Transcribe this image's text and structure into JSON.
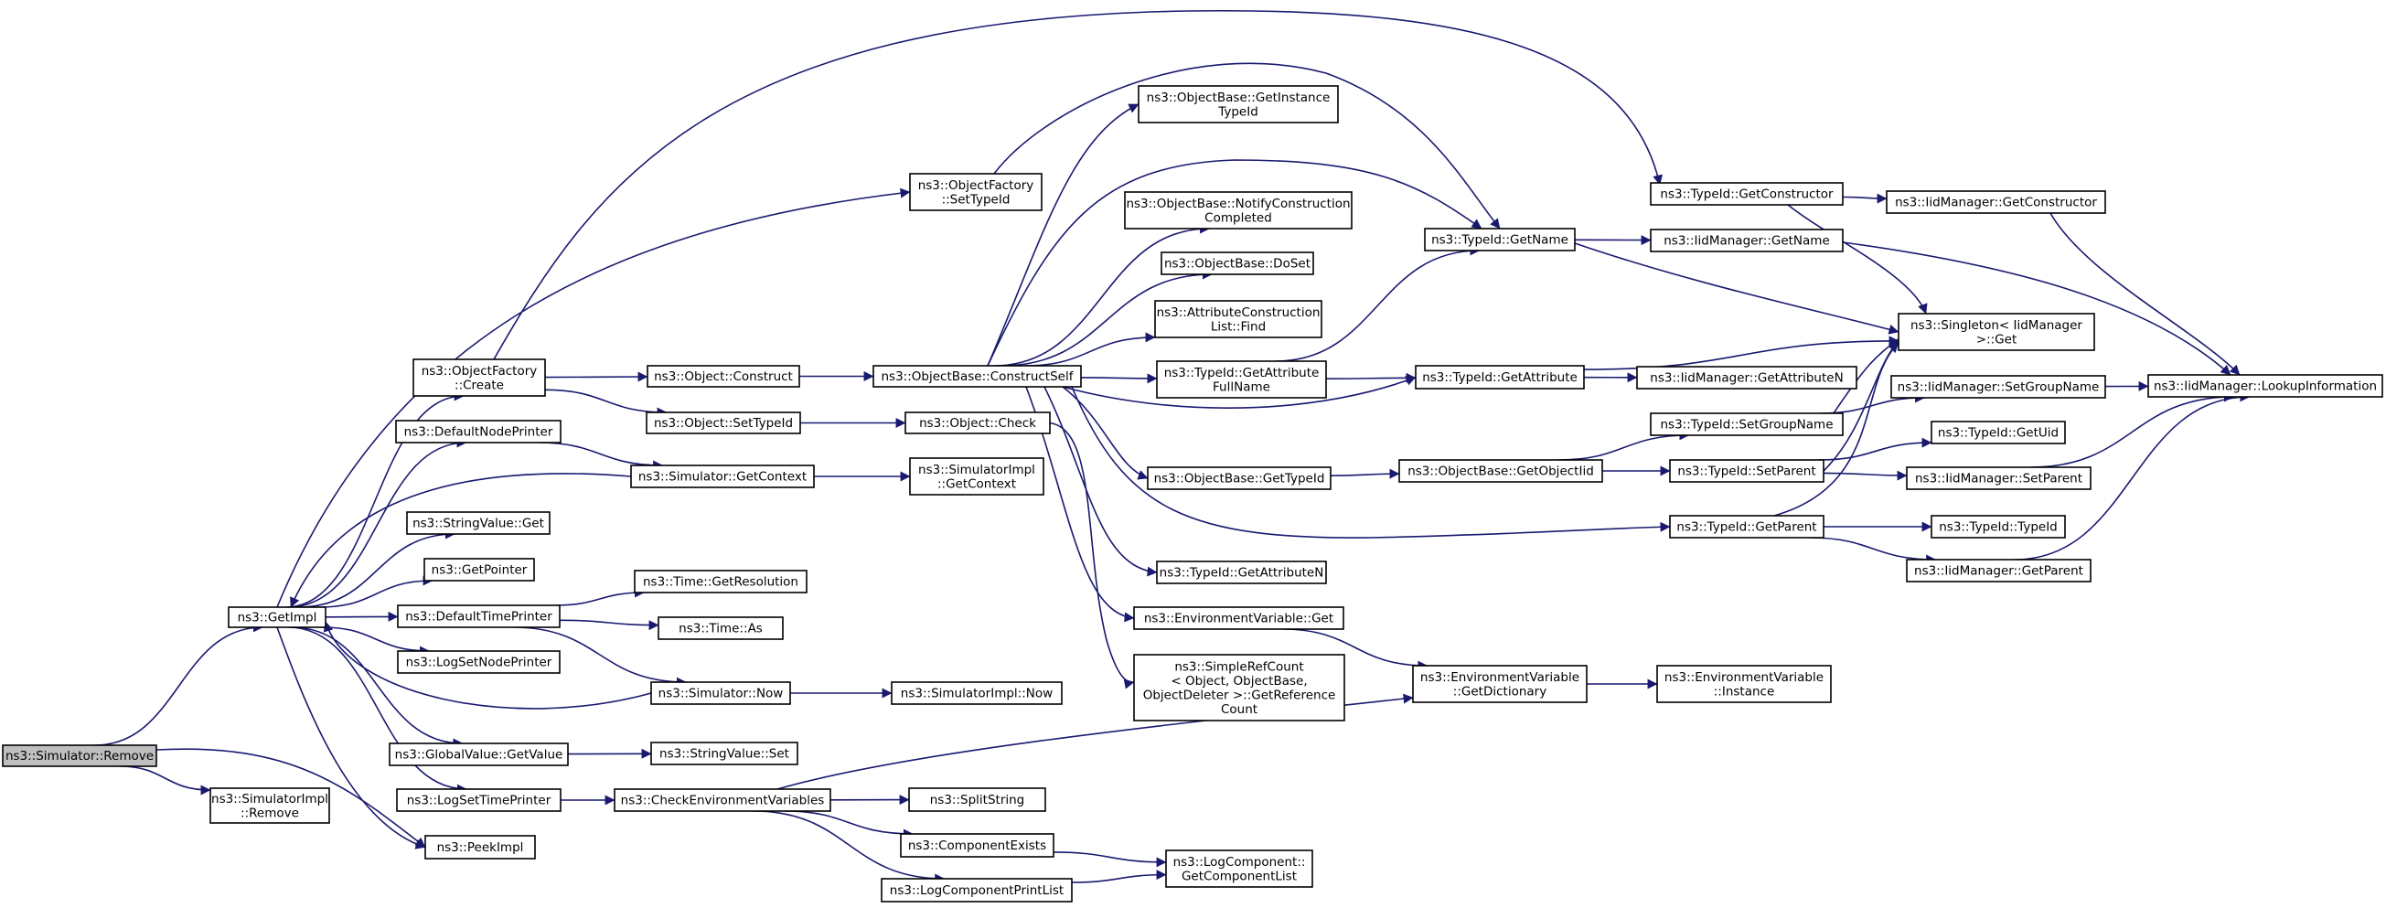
{
  "diagram": {
    "colors": {
      "edge": "#191970",
      "node_border": "#000000",
      "root_fill": "#bfbfbf",
      "background": "#ffffff"
    },
    "nodes": [
      {
        "id": "remove",
        "lines": [
          "ns3::Simulator::Remove"
        ],
        "root": true
      },
      {
        "id": "getimpl",
        "lines": [
          "ns3::GetImpl"
        ]
      },
      {
        "id": "implremove",
        "lines": [
          "ns3::SimulatorImpl",
          "::Remove"
        ]
      },
      {
        "id": "peekimpl",
        "lines": [
          "ns3::PeekImpl"
        ]
      },
      {
        "id": "ofcreate",
        "lines": [
          "ns3::ObjectFactory",
          "::Create"
        ]
      },
      {
        "id": "defnodeprinter",
        "lines": [
          "ns3::DefaultNodePrinter"
        ]
      },
      {
        "id": "strvalget",
        "lines": [
          "ns3::StringValue::Get"
        ]
      },
      {
        "id": "getpointer",
        "lines": [
          "ns3::GetPointer"
        ]
      },
      {
        "id": "deftimeprinter",
        "lines": [
          "ns3::DefaultTimePrinter"
        ]
      },
      {
        "id": "logsetnodeprinter",
        "lines": [
          "ns3::LogSetNodePrinter"
        ]
      },
      {
        "id": "gvgetvalue",
        "lines": [
          "ns3::GlobalValue::GetValue"
        ]
      },
      {
        "id": "logsettimeprinter",
        "lines": [
          "ns3::LogSetTimePrinter"
        ]
      },
      {
        "id": "ofsettypeid",
        "lines": [
          "ns3::ObjectFactory",
          "::SetTypeId"
        ]
      },
      {
        "id": "objconstruct",
        "lines": [
          "ns3::Object::Construct"
        ]
      },
      {
        "id": "objsettypeid",
        "lines": [
          "ns3::Object::SetTypeId"
        ]
      },
      {
        "id": "simgetcontext",
        "lines": [
          "ns3::Simulator::GetContext"
        ]
      },
      {
        "id": "timegetres",
        "lines": [
          "ns3::Time::GetResolution"
        ]
      },
      {
        "id": "timeas",
        "lines": [
          "ns3::Time::As"
        ]
      },
      {
        "id": "simnow",
        "lines": [
          "ns3::Simulator::Now"
        ]
      },
      {
        "id": "strvalset",
        "lines": [
          "ns3::StringValue::Set"
        ]
      },
      {
        "id": "checkenv",
        "lines": [
          "ns3::CheckEnvironmentVariables"
        ]
      },
      {
        "id": "obconstructself",
        "lines": [
          "ns3::ObjectBase::ConstructSelf"
        ]
      },
      {
        "id": "objcheck",
        "lines": [
          "ns3::Object::Check"
        ]
      },
      {
        "id": "implgetcontext",
        "lines": [
          "ns3::SimulatorImpl",
          "::GetContext"
        ]
      },
      {
        "id": "implnow",
        "lines": [
          "ns3::SimulatorImpl::Now"
        ]
      },
      {
        "id": "splitstring",
        "lines": [
          "ns3::SplitString"
        ]
      },
      {
        "id": "compexists",
        "lines": [
          "ns3::ComponentExists"
        ]
      },
      {
        "id": "logcompprintlist",
        "lines": [
          "ns3::LogComponentPrintList"
        ]
      },
      {
        "id": "obgetinstance",
        "lines": [
          "ns3::ObjectBase::GetInstance",
          "TypeId"
        ]
      },
      {
        "id": "obnotify",
        "lines": [
          "ns3::ObjectBase::NotifyConstruction",
          "Completed"
        ]
      },
      {
        "id": "obdoset",
        "lines": [
          "ns3::ObjectBase::DoSet"
        ]
      },
      {
        "id": "attrconstruct",
        "lines": [
          "ns3::AttributeConstruction",
          "List::Find"
        ]
      },
      {
        "id": "tidgetattrfull",
        "lines": [
          "ns3::TypeId::GetAttribute",
          "FullName"
        ]
      },
      {
        "id": "obgettypeid",
        "lines": [
          "ns3::ObjectBase::GetTypeId"
        ]
      },
      {
        "id": "tidgetattrn",
        "lines": [
          "ns3::TypeId::GetAttributeN"
        ]
      },
      {
        "id": "envget",
        "lines": [
          "ns3::EnvironmentVariable::Get"
        ]
      },
      {
        "id": "simplerefcount",
        "lines": [
          "ns3::SimpleRefCount",
          "< Object, ObjectBase,",
          " ObjectDeleter >::GetReference",
          "Count"
        ]
      },
      {
        "id": "logcompgetlist",
        "lines": [
          "ns3::LogComponent::",
          "GetComponentList"
        ]
      },
      {
        "id": "tidgetname",
        "lines": [
          "ns3::TypeId::GetName"
        ]
      },
      {
        "id": "tidgetattr",
        "lines": [
          "ns3::TypeId::GetAttribute"
        ]
      },
      {
        "id": "obgetobjectiid",
        "lines": [
          "ns3::ObjectBase::GetObjectIid"
        ]
      },
      {
        "id": "envgetdict",
        "lines": [
          "ns3::EnvironmentVariable",
          "::GetDictionary"
        ]
      },
      {
        "id": "tidgetconstructor",
        "lines": [
          "ns3::TypeId::GetConstructor"
        ]
      },
      {
        "id": "iidgetname",
        "lines": [
          "ns3::IidManager::GetName"
        ]
      },
      {
        "id": "iidgetattrn",
        "lines": [
          "ns3::IidManager::GetAttributeN"
        ]
      },
      {
        "id": "tidsetgroupname",
        "lines": [
          "ns3::TypeId::SetGroupName"
        ]
      },
      {
        "id": "tidsetparent",
        "lines": [
          "ns3::TypeId::SetParent"
        ]
      },
      {
        "id": "tidgetparent",
        "lines": [
          "ns3::TypeId::GetParent"
        ]
      },
      {
        "id": "envinstance",
        "lines": [
          "ns3::EnvironmentVariable",
          "::Instance"
        ]
      },
      {
        "id": "iidgetconstructor",
        "lines": [
          "ns3::IidManager::GetConstructor"
        ]
      },
      {
        "id": "singletonget",
        "lines": [
          "ns3::Singleton< IidManager",
          " >::Get"
        ]
      },
      {
        "id": "iidsetgroupname",
        "lines": [
          "ns3::IidManager::SetGroupName"
        ]
      },
      {
        "id": "tidgetuid",
        "lines": [
          "ns3::TypeId::GetUid"
        ]
      },
      {
        "id": "iidsetparent",
        "lines": [
          "ns3::IidManager::SetParent"
        ]
      },
      {
        "id": "tidtypeid",
        "lines": [
          "ns3::TypeId::TypeId"
        ]
      },
      {
        "id": "iidgetparent",
        "lines": [
          "ns3::IidManager::GetParent"
        ]
      },
      {
        "id": "iidlookup",
        "lines": [
          "ns3::IidManager::LookupInformation"
        ]
      }
    ],
    "edges": [
      {
        "from": "remove",
        "to": "getimpl"
      },
      {
        "from": "remove",
        "to": "implremove"
      },
      {
        "from": "remove",
        "to": "peekimpl"
      },
      {
        "from": "getimpl",
        "to": "ofcreate"
      },
      {
        "from": "getimpl",
        "to": "defnodeprinter"
      },
      {
        "from": "getimpl",
        "to": "strvalget"
      },
      {
        "from": "getimpl",
        "to": "getpointer"
      },
      {
        "from": "getimpl",
        "to": "deftimeprinter"
      },
      {
        "from": "getimpl",
        "to": "logsetnodeprinter"
      },
      {
        "from": "getimpl",
        "to": "gvgetvalue"
      },
      {
        "from": "getimpl",
        "to": "logsettimeprinter"
      },
      {
        "from": "getimpl",
        "to": "peekimpl"
      },
      {
        "from": "getimpl",
        "to": "ofsettypeid"
      },
      {
        "from": "simgetcontext",
        "to": "getimpl"
      },
      {
        "from": "simnow",
        "to": "getimpl"
      },
      {
        "from": "ofcreate",
        "to": "objconstruct"
      },
      {
        "from": "ofcreate",
        "to": "objsettypeid"
      },
      {
        "from": "ofcreate",
        "to": "tidgetconstructor"
      },
      {
        "from": "defnodeprinter",
        "to": "simgetcontext"
      },
      {
        "from": "deftimeprinter",
        "to": "timegetres"
      },
      {
        "from": "deftimeprinter",
        "to": "timeas"
      },
      {
        "from": "deftimeprinter",
        "to": "simnow"
      },
      {
        "from": "gvgetvalue",
        "to": "strvalset"
      },
      {
        "from": "logsettimeprinter",
        "to": "checkenv"
      },
      {
        "from": "ofsettypeid",
        "to": "tidgetname"
      },
      {
        "from": "objconstruct",
        "to": "obconstructself"
      },
      {
        "from": "objsettypeid",
        "to": "objcheck"
      },
      {
        "from": "simgetcontext",
        "to": "implgetcontext"
      },
      {
        "from": "simnow",
        "to": "implnow"
      },
      {
        "from": "checkenv",
        "to": "splitstring"
      },
      {
        "from": "checkenv",
        "to": "compexists"
      },
      {
        "from": "checkenv",
        "to": "logcompprintlist"
      },
      {
        "from": "checkenv",
        "to": "envgetdict"
      },
      {
        "from": "obconstructself",
        "to": "obgetinstance"
      },
      {
        "from": "obconstructself",
        "to": "obnotify"
      },
      {
        "from": "obconstructself",
        "to": "obdoset"
      },
      {
        "from": "obconstructself",
        "to": "attrconstruct"
      },
      {
        "from": "obconstructself",
        "to": "tidgetattrfull"
      },
      {
        "from": "obconstructself",
        "to": "obgettypeid"
      },
      {
        "from": "obconstructself",
        "to": "tidgetattrn"
      },
      {
        "from": "obconstructself",
        "to": "envget"
      },
      {
        "from": "obconstructself",
        "to": "tidgetname"
      },
      {
        "from": "obconstructself",
        "to": "tidgetattr"
      },
      {
        "from": "obconstructself",
        "to": "tidgetparent"
      },
      {
        "from": "objcheck",
        "to": "simplerefcount"
      },
      {
        "from": "compexists",
        "to": "logcompgetlist"
      },
      {
        "from": "logcompprintlist",
        "to": "logcompgetlist"
      },
      {
        "from": "tidgetattrfull",
        "to": "tidgetname"
      },
      {
        "from": "tidgetattrfull",
        "to": "tidgetattr"
      },
      {
        "from": "obgettypeid",
        "to": "obgetobjectiid"
      },
      {
        "from": "envget",
        "to": "envgetdict"
      },
      {
        "from": "tidgetname",
        "to": "iidgetname"
      },
      {
        "from": "tidgetname",
        "to": "singletonget"
      },
      {
        "from": "tidgetattr",
        "to": "iidgetattrn"
      },
      {
        "from": "tidgetattr",
        "to": "singletonget"
      },
      {
        "from": "obgetobjectiid",
        "to": "tidsetgroupname"
      },
      {
        "from": "obgetobjectiid",
        "to": "tidsetparent"
      },
      {
        "from": "envgetdict",
        "to": "envinstance"
      },
      {
        "from": "tidgetconstructor",
        "to": "iidgetconstructor"
      },
      {
        "from": "tidgetconstructor",
        "to": "singletonget"
      },
      {
        "from": "iidgetname",
        "to": "iidlookup"
      },
      {
        "from": "tidsetgroupname",
        "to": "iidsetgroupname"
      },
      {
        "from": "tidsetgroupname",
        "to": "singletonget"
      },
      {
        "from": "tidsetparent",
        "to": "tidgetuid"
      },
      {
        "from": "tidsetparent",
        "to": "iidsetparent"
      },
      {
        "from": "tidsetparent",
        "to": "singletonget"
      },
      {
        "from": "tidgetparent",
        "to": "tidtypeid"
      },
      {
        "from": "tidgetparent",
        "to": "iidgetparent"
      },
      {
        "from": "tidgetparent",
        "to": "singletonget"
      },
      {
        "from": "iidgetconstructor",
        "to": "iidlookup"
      },
      {
        "from": "iidsetgroupname",
        "to": "iidlookup"
      },
      {
        "from": "iidsetparent",
        "to": "iidlookup"
      },
      {
        "from": "iidgetparent",
        "to": "iidlookup"
      }
    ]
  }
}
